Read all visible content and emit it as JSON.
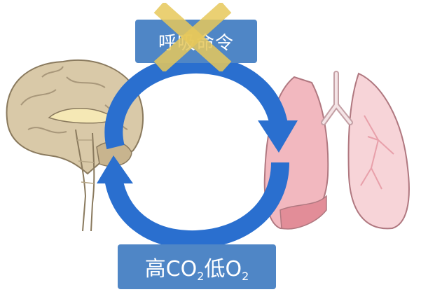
{
  "top_label": "呼吸命令",
  "bottom_label": {
    "part1": "高CO",
    "sub1": "2",
    "part2": "低O",
    "sub2": "2"
  },
  "colors": {
    "arrow": "#2a6fcf",
    "label_box": "#4f86c6",
    "cross": "#e6c85a",
    "brain": "#d9c9a8",
    "lung": "#f2b8bf"
  },
  "icons": [
    "brain-illustration",
    "lungs-illustration",
    "cross-mark-icon"
  ]
}
